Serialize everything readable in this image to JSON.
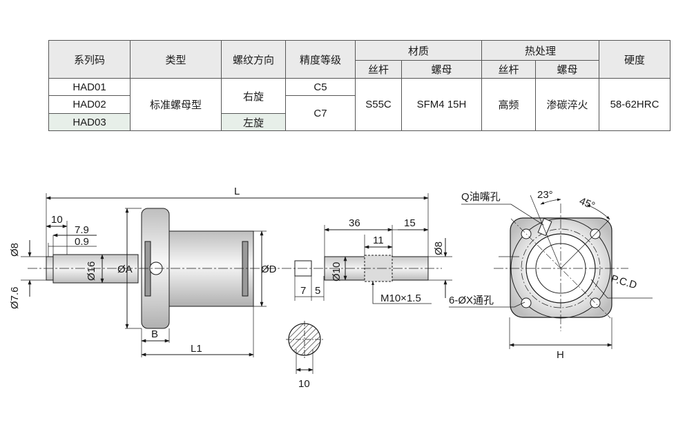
{
  "table": {
    "headers": {
      "series_code": "系列码",
      "type": "类型",
      "thread_direction": "螺纹方向",
      "accuracy_grade": "精度等级",
      "material": "材质",
      "heat_treatment": "热处理",
      "hardness": "硬度",
      "sub_screw": "丝杆",
      "sub_nut": "螺母"
    },
    "codes": [
      "HAD01",
      "HAD02",
      "HAD03"
    ],
    "type_value": "标准螺母型",
    "directions": [
      "右旋",
      "左旋"
    ],
    "grades": [
      "C5",
      "C7"
    ],
    "material_screw": "S55C",
    "material_nut": "SFM4 15H",
    "heat_screw": "高频",
    "heat_nut": "渗碳淬火",
    "hardness_value": "58-62HRC"
  },
  "drawing": {
    "dim_L": "L",
    "dim_10_top": "10",
    "dim_7_9": "7.9",
    "dim_0_9": "0.9",
    "dia_8_left": "Ø8",
    "dia_7_6": "Ø7.6",
    "dia_16": "Ø16",
    "dia_A": "ØA",
    "dia_D": "ØD",
    "dim_B": "B",
    "dim_L1": "L1",
    "dim_36": "36",
    "dim_15": "15",
    "dim_11": "11",
    "dia_8_right": "Ø8",
    "dia_10": "Ø10",
    "dim_7": "7",
    "dim_5": "5",
    "thread_spec": "M10×1.5",
    "dim_10_section": "10",
    "oil_hole": "Q油嘴孔",
    "angle_23": "23°",
    "angle_45": "45°",
    "pcd": "P.C.D",
    "through_hole": "6-ØX通孔",
    "dim_H": "H"
  }
}
